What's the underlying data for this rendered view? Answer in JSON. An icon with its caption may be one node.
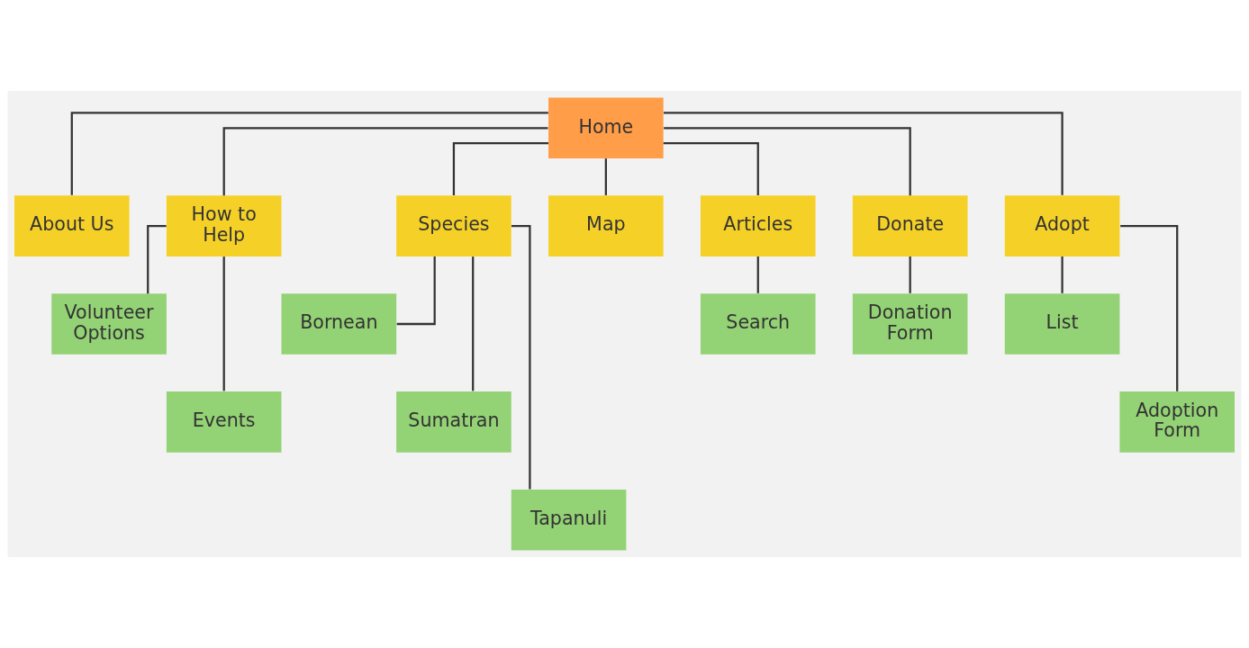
{
  "diagram": {
    "nodes": [
      {
        "text": [
          "Home"
        ]
      },
      {
        "text": [
          "About Us"
        ]
      },
      {
        "text": [
          "How to Help"
        ]
      },
      {
        "text": [
          "Species"
        ]
      },
      {
        "text": [
          "Map"
        ]
      },
      {
        "text": [
          "Articles"
        ]
      },
      {
        "text": [
          "Donate"
        ]
      },
      {
        "text": [
          "Adopt"
        ]
      },
      {
        "text": [
          "Volunteer Options"
        ]
      },
      {
        "text": [
          "Bornean"
        ]
      },
      {
        "text": [
          "Search"
        ]
      },
      {
        "text": [
          "Donation Form"
        ]
      },
      {
        "text": [
          "List"
        ]
      },
      {
        "text": [
          "Events"
        ]
      },
      {
        "text": [
          "Sumatran"
        ]
      },
      {
        "text": [
          "Adoption Form"
        ]
      },
      {
        "text": [
          "Tapanuli"
        ]
      }
    ],
    "edges": [
      {
        "from": 0,
        "to": 1,
        "arrow": "none"
      },
      {
        "from": 0,
        "to": 2,
        "arrow": "none"
      },
      {
        "from": 0,
        "to": 3,
        "arrow": "none"
      },
      {
        "from": 0,
        "to": 4,
        "arrow": "none"
      },
      {
        "from": 0,
        "to": 5,
        "arrow": "none"
      },
      {
        "from": 0,
        "to": 6,
        "arrow": "none"
      },
      {
        "from": 0,
        "to": 7,
        "arrow": "none"
      },
      {
        "from": 2,
        "to": 8,
        "arrow": "none"
      },
      {
        "from": 2,
        "to": 13,
        "arrow": "none"
      },
      {
        "from": 3,
        "to": 9,
        "arrow": "none"
      },
      {
        "from": 3,
        "to": 14,
        "arrow": "none"
      },
      {
        "from": 3,
        "to": 16,
        "arrow": "none"
      },
      {
        "from": 5,
        "to": 10,
        "arrow": "none"
      },
      {
        "from": 6,
        "to": 11,
        "arrow": "none"
      },
      {
        "from": 7,
        "to": 12,
        "arrow": "none"
      },
      {
        "from": 7,
        "to": 15,
        "arrow": "none"
      }
    ]
  }
}
